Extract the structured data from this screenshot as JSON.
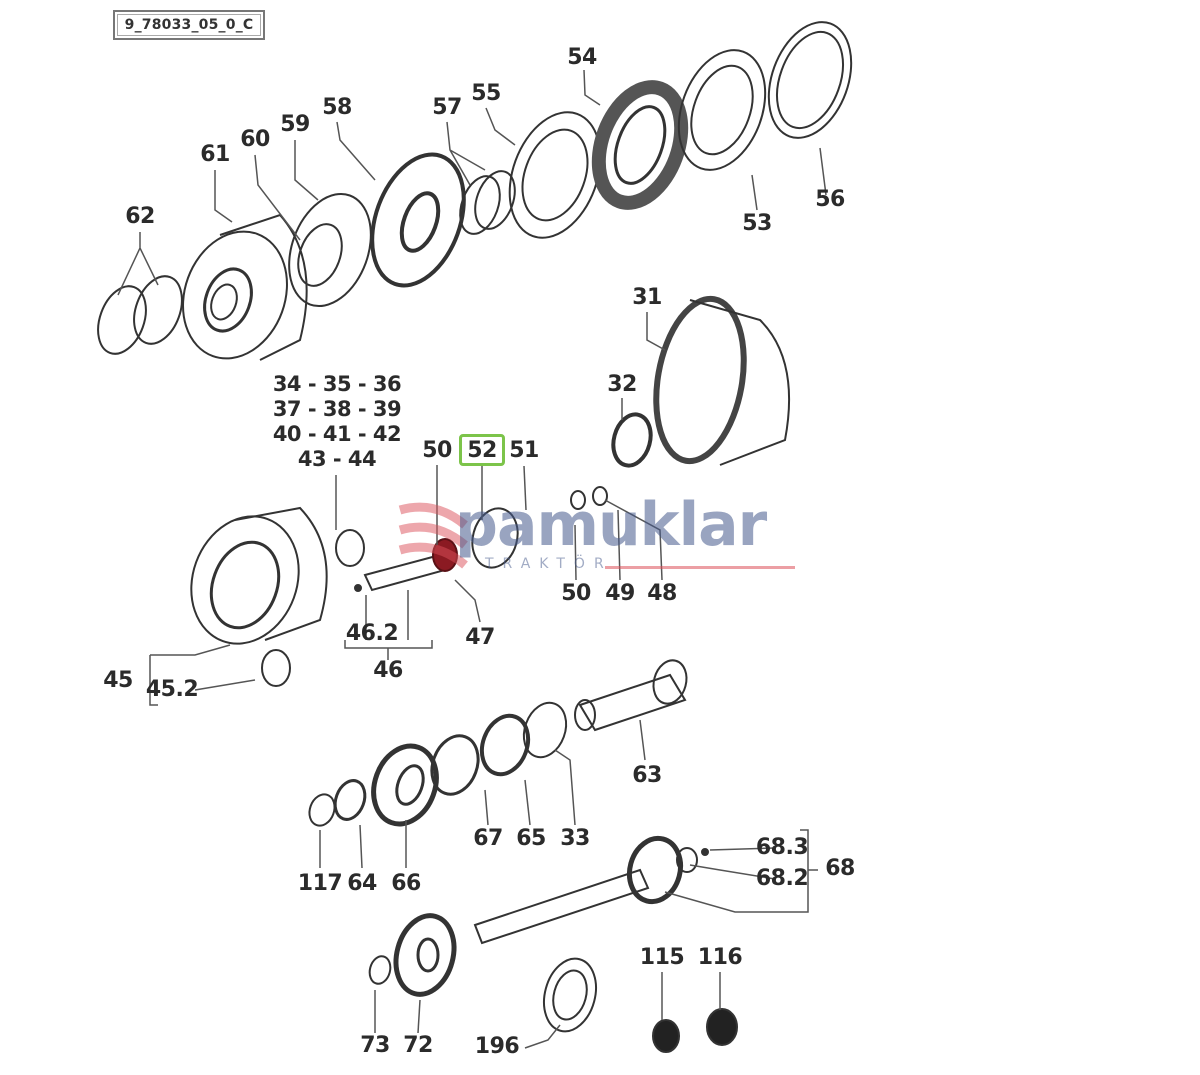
{
  "diagram": {
    "reference_code": "9_78033_05_0_C",
    "highlighted_part": "52",
    "highlight_color": "#7cc44a",
    "watermark": {
      "brand": "pamuklar",
      "subtitle": "TRAKTÖR",
      "brand_color": "#4a5a8c",
      "accent_color": "#dc505a"
    },
    "labels": {
      "p62": "62",
      "p61": "61",
      "p60": "60",
      "p59": "59",
      "p58": "58",
      "p57": "57",
      "p55": "55",
      "p54": "54",
      "p53": "53",
      "p56": "56",
      "p31": "31",
      "p32": "32",
      "group_34_44": [
        "34 - 35 - 36",
        "37 - 38 - 39",
        "40 - 41 - 42",
        "43 - 44"
      ],
      "p50a": "50",
      "p52": "52",
      "p51": "51",
      "p50b": "50",
      "p49": "49",
      "p48": "48",
      "p47": "47",
      "p46_2": "46.2",
      "p46": "46",
      "p45": "45",
      "p45_2": "45.2",
      "p63": "63",
      "p67": "67",
      "p65": "65",
      "p33": "33",
      "p117": "117",
      "p64": "64",
      "p66": "66",
      "p68_3": "68.3",
      "p68_2": "68.2",
      "p68": "68",
      "p73": "73",
      "p72": "72",
      "p196": "196",
      "p115": "115",
      "p116": "116"
    }
  }
}
